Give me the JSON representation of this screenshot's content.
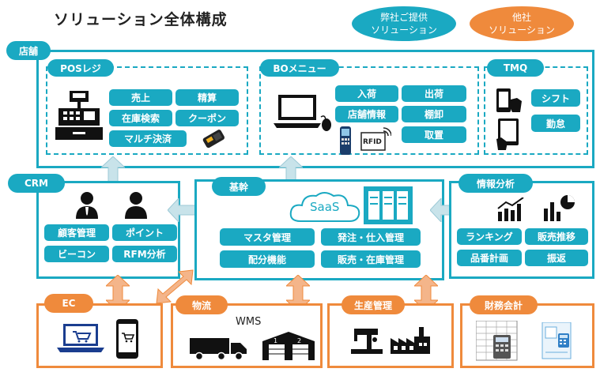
{
  "title": "ソリューション全体構成",
  "legend": {
    "own": "弊社ご提供\nソリューション",
    "other": "他社\nソリューション"
  },
  "colors": {
    "own": "#1aa9c2",
    "other": "#ef8a3c",
    "arrow": "#c8e3ea",
    "arrow_orange": "#f4b58a"
  },
  "store": {
    "label": "店舗",
    "pos": {
      "label": "POSレジ",
      "items": [
        "売上",
        "精算",
        "在庫検索",
        "クーポン",
        "マルチ決済"
      ]
    },
    "bo": {
      "label": "BOメニュー",
      "items": [
        "入荷",
        "出荷",
        "店舗情報",
        "棚卸",
        "取置"
      ],
      "rfid": "RFID"
    },
    "tmq": {
      "label": "TMQ",
      "items": [
        "シフト",
        "勤怠"
      ]
    }
  },
  "crm": {
    "label": "CRM",
    "items": [
      "顧客管理",
      "ポイント",
      "ビーコン",
      "RFM分析"
    ]
  },
  "core": {
    "label": "基幹",
    "saas": "SaaS",
    "items": [
      "マスタ管理",
      "発注・仕入管理",
      "配分機能",
      "販売・在庫管理"
    ]
  },
  "analysis": {
    "label": "情報分析",
    "items": [
      "ランキング",
      "販売推移",
      "品番計画",
      "振返"
    ]
  },
  "ec": {
    "label": "EC"
  },
  "logistics": {
    "label": "物流",
    "wms": "WMS"
  },
  "production": {
    "label": "生産管理"
  },
  "accounting": {
    "label": "財務会計"
  }
}
